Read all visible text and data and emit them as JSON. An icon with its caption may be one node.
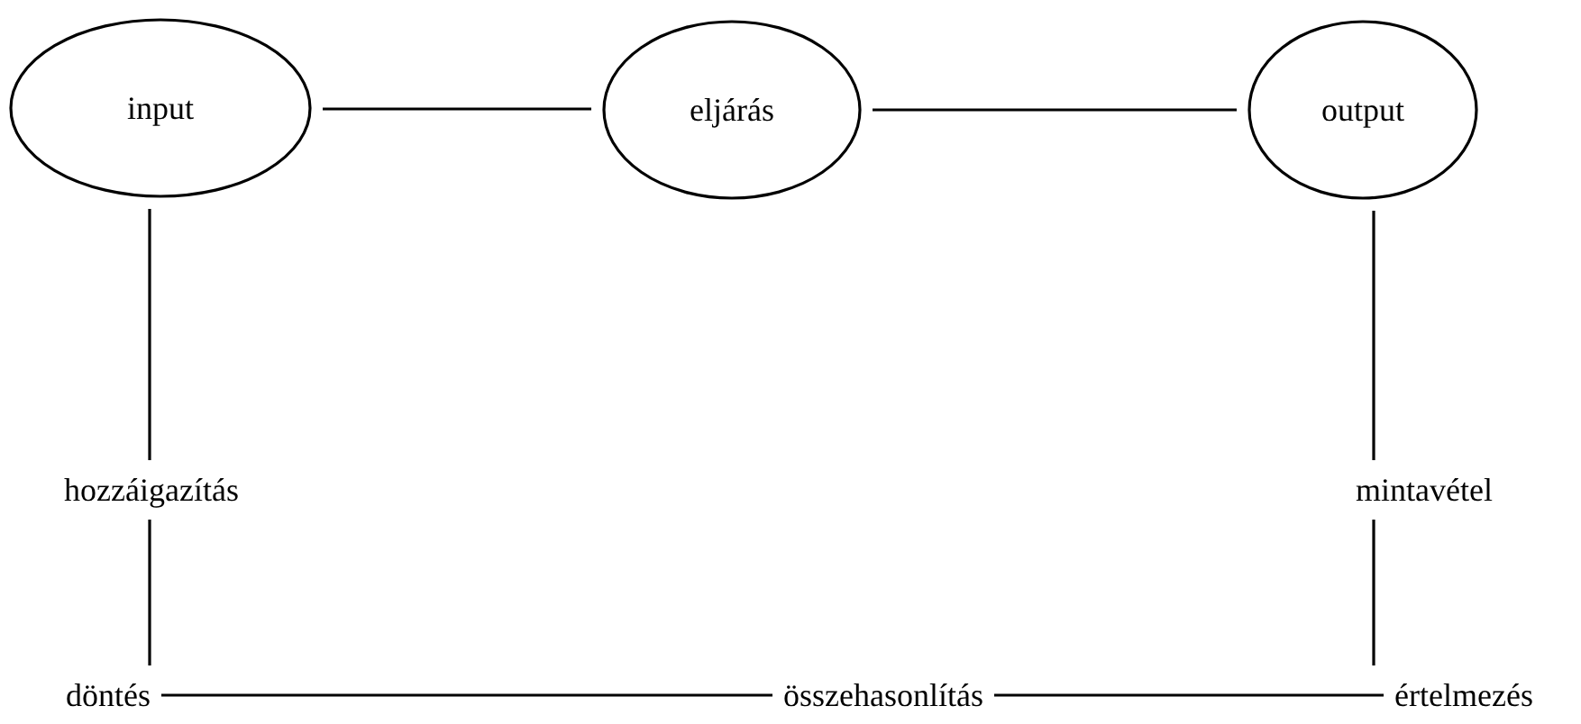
{
  "diagram": {
    "nodes": [
      {
        "text": [
          "input"
        ]
      },
      {
        "text": [
          "eljárás"
        ]
      },
      {
        "text": [
          "output"
        ]
      },
      {
        "text": [
          "hozzáigazítás"
        ]
      },
      {
        "text": [
          "mintavétel"
        ]
      },
      {
        "text": [
          "döntés"
        ]
      },
      {
        "text": [
          "összehasonlítás"
        ]
      },
      {
        "text": [
          "értelmezés"
        ]
      }
    ],
    "edges": [
      {
        "from": 0,
        "to": 1,
        "arrow": "none"
      },
      {
        "from": 1,
        "to": 2,
        "arrow": "none"
      },
      {
        "from": 0,
        "to": 3,
        "arrow": "none"
      },
      {
        "from": 3,
        "to": 5,
        "arrow": "none"
      },
      {
        "from": 2,
        "to": 4,
        "arrow": "none"
      },
      {
        "from": 4,
        "to": 7,
        "arrow": "none"
      },
      {
        "from": 5,
        "to": 6,
        "arrow": "none"
      },
      {
        "from": 6,
        "to": 7,
        "arrow": "none"
      }
    ]
  }
}
